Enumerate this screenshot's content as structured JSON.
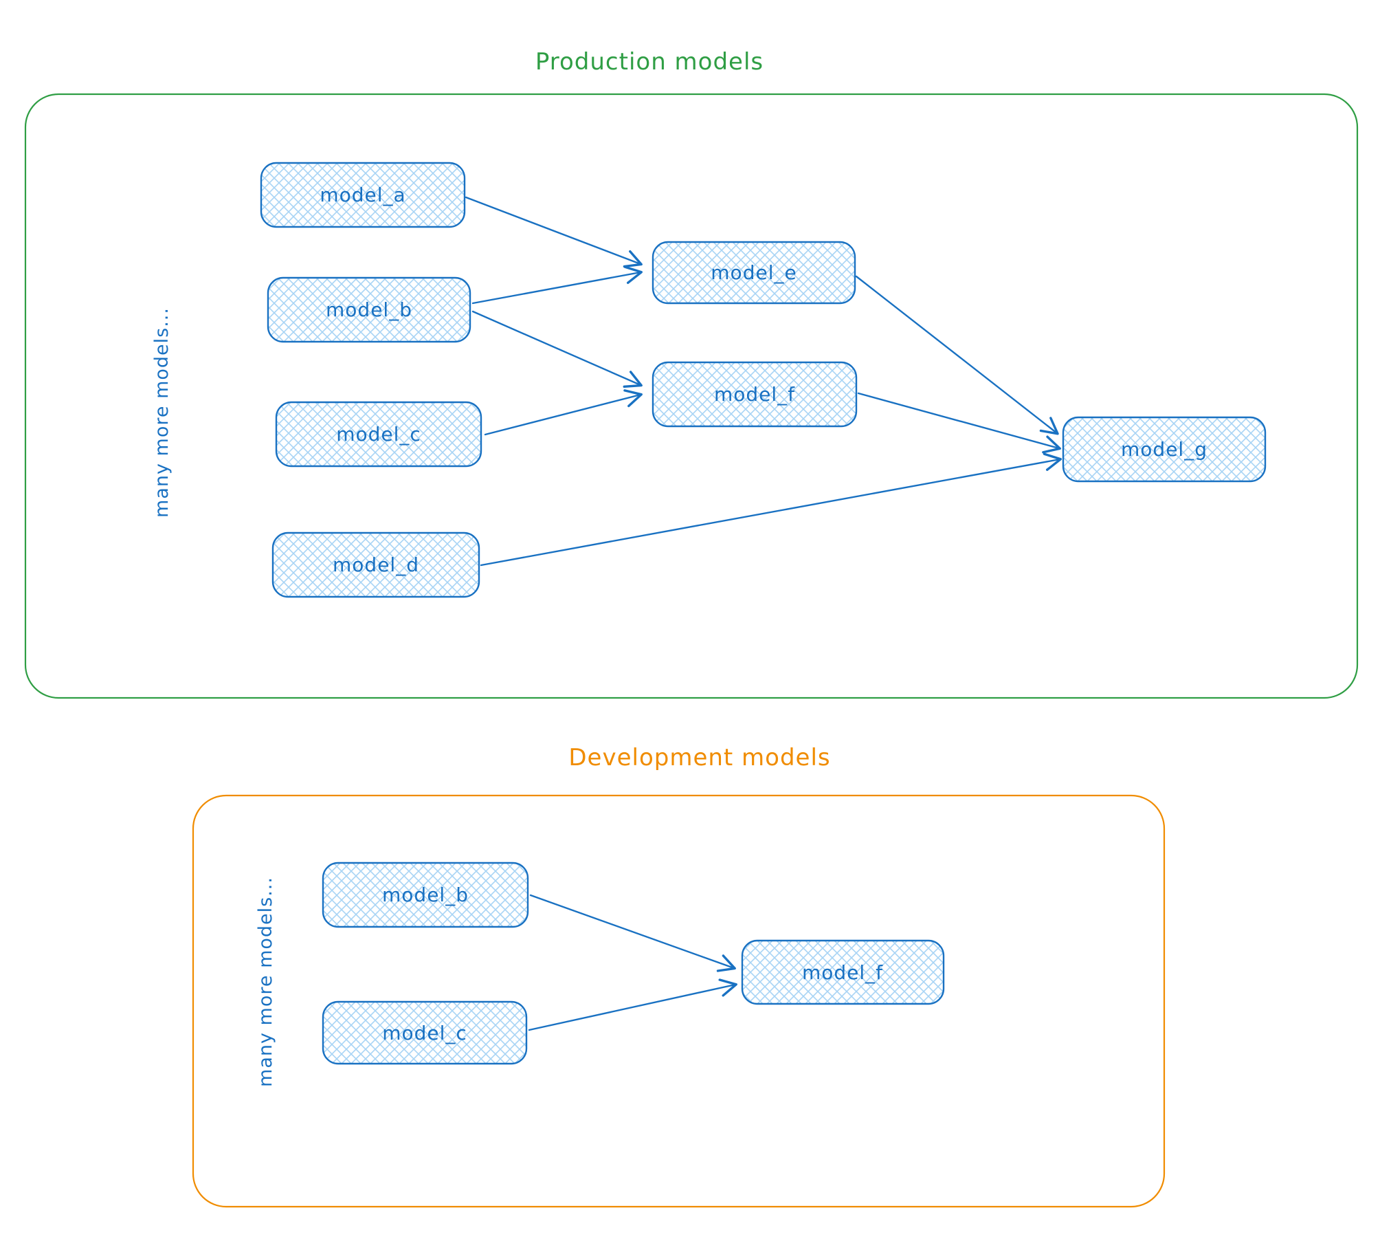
{
  "colors": {
    "production_green": "#2f9e44",
    "development_orange": "#f08c00",
    "node_stroke_blue": "#1971c2",
    "node_fill_blue": "#a8d4f5"
  },
  "production": {
    "title": "Production models",
    "side_label": "many more models...",
    "nodes": [
      {
        "id": "model_a",
        "label": "model_a"
      },
      {
        "id": "model_b",
        "label": "model_b"
      },
      {
        "id": "model_c",
        "label": "model_c"
      },
      {
        "id": "model_d",
        "label": "model_d"
      },
      {
        "id": "model_e",
        "label": "model_e"
      },
      {
        "id": "model_f",
        "label": "model_f"
      },
      {
        "id": "model_g",
        "label": "model_g"
      }
    ],
    "edges": [
      {
        "from": "model_a",
        "to": "model_e"
      },
      {
        "from": "model_b",
        "to": "model_e"
      },
      {
        "from": "model_b",
        "to": "model_f"
      },
      {
        "from": "model_c",
        "to": "model_f"
      },
      {
        "from": "model_e",
        "to": "model_g"
      },
      {
        "from": "model_f",
        "to": "model_g"
      },
      {
        "from": "model_d",
        "to": "model_g"
      }
    ]
  },
  "development": {
    "title": "Development models",
    "side_label": "many more models...",
    "nodes": [
      {
        "id": "model_b",
        "label": "model_b"
      },
      {
        "id": "model_c",
        "label": "model_c"
      },
      {
        "id": "model_f",
        "label": "model_f"
      }
    ],
    "edges": [
      {
        "from": "model_b",
        "to": "model_f"
      },
      {
        "from": "model_c",
        "to": "model_f"
      }
    ]
  }
}
